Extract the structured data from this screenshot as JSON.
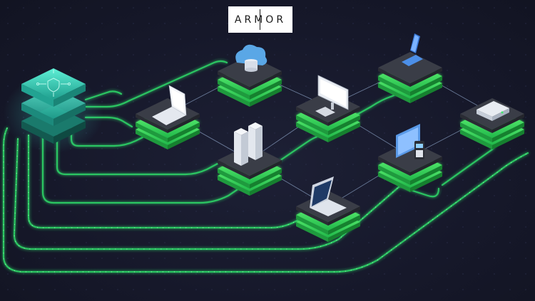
{
  "logo": {
    "text": "ARMOR"
  },
  "colors": {
    "background": "#17192a",
    "accent_green": "#3ee86a",
    "glow_teal": "#3fd6c2",
    "platform_top": "#3a3d47",
    "link_line": "#8fa6c9"
  },
  "hub": {
    "icon": "layered-security-stack-icon"
  },
  "nodes": [
    {
      "id": "cloud-storage",
      "icon": "cloud-database-icon"
    },
    {
      "id": "laptop-white",
      "icon": "laptop-icon"
    },
    {
      "id": "desktop-monitor",
      "icon": "desktop-monitor-icon"
    },
    {
      "id": "tablet",
      "icon": "tablet-icon"
    },
    {
      "id": "network-appliance",
      "icon": "network-appliance-icon"
    },
    {
      "id": "server-rack",
      "icon": "server-rack-icon"
    },
    {
      "id": "access-control",
      "icon": "access-control-terminal-icon"
    },
    {
      "id": "laptop-dark",
      "icon": "laptop-icon"
    }
  ]
}
